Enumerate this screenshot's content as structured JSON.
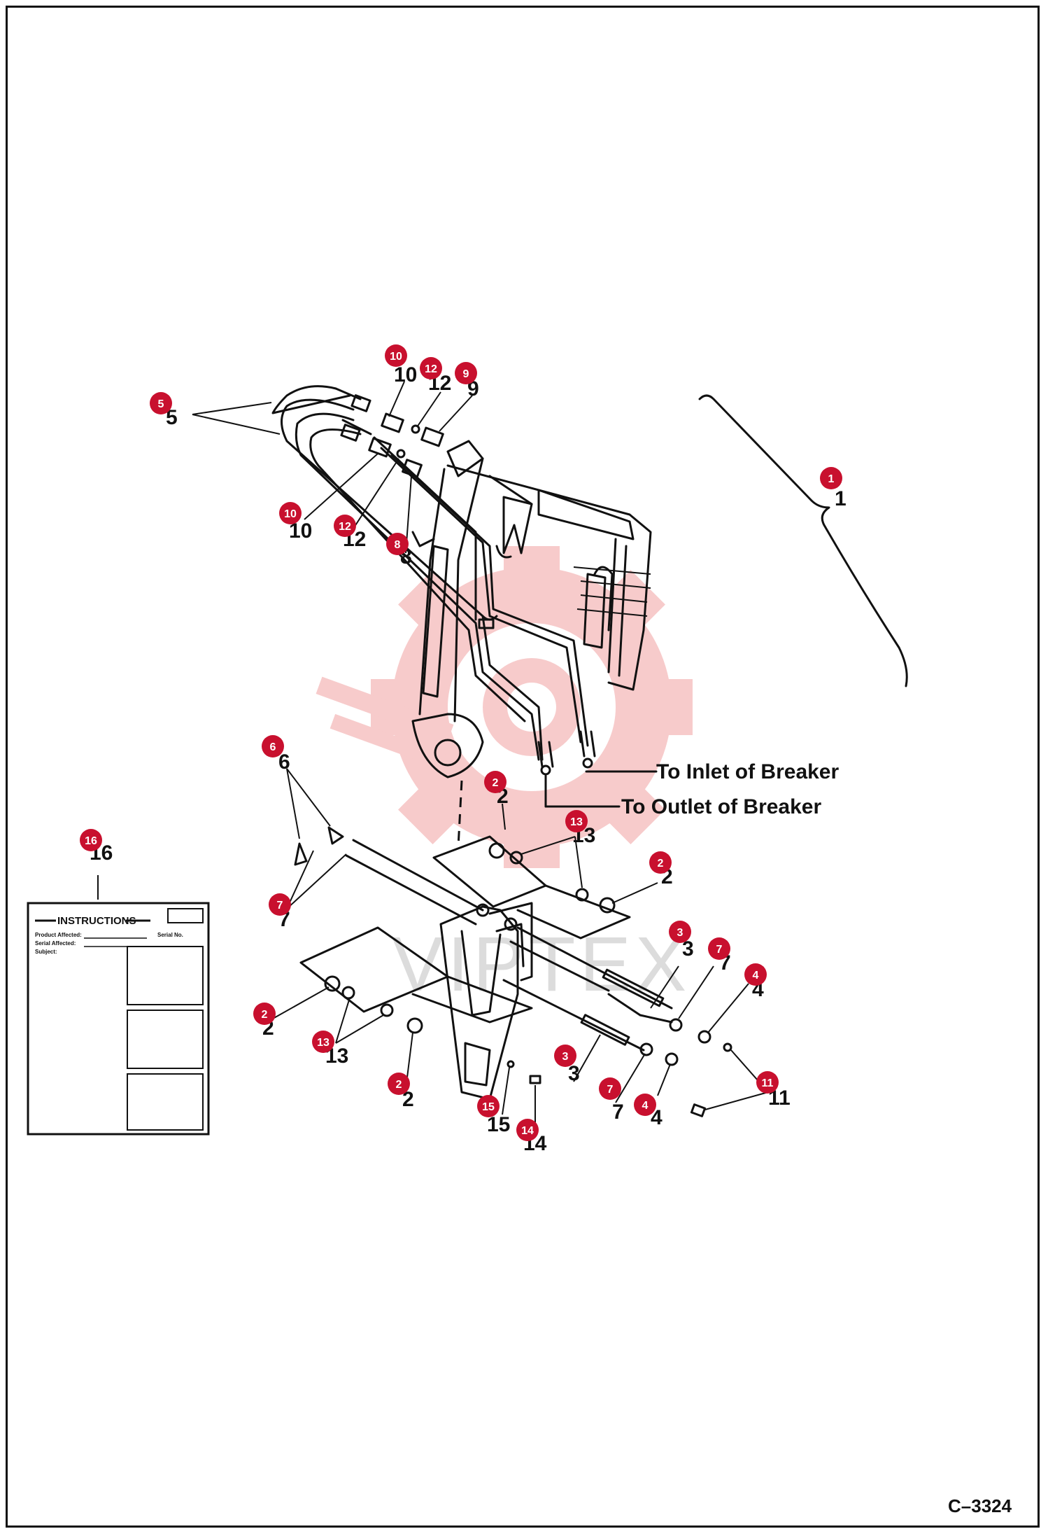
{
  "diagram_code": "C–3324",
  "watermark": {
    "text": "VIPTEX",
    "color": "#f2b8b8",
    "name": "gear-logo"
  },
  "colors": {
    "callout": "#c8102e",
    "line": "#111111"
  },
  "labels": {
    "inlet": "To Inlet of Breaker",
    "outlet": "To Outlet of Breaker"
  },
  "instructions_card": {
    "title": "INSTRUCTIONS",
    "lines": [
      "Product Affected:",
      "Serial Affected:",
      "Subject:"
    ],
    "field": "Serial No."
  },
  "callouts": [
    {
      "id": "c1",
      "n": "1"
    },
    {
      "id": "c2a",
      "n": "2"
    },
    {
      "id": "c2b",
      "n": "2"
    },
    {
      "id": "c2c",
      "n": "2"
    },
    {
      "id": "c2d",
      "n": "2"
    },
    {
      "id": "c3a",
      "n": "3"
    },
    {
      "id": "c3b",
      "n": "3"
    },
    {
      "id": "c4a",
      "n": "4"
    },
    {
      "id": "c4b",
      "n": "4"
    },
    {
      "id": "c5",
      "n": "5"
    },
    {
      "id": "c6",
      "n": "6"
    },
    {
      "id": "c7a",
      "n": "7"
    },
    {
      "id": "c7b",
      "n": "7"
    },
    {
      "id": "c7c",
      "n": "7"
    },
    {
      "id": "c8",
      "n": "8"
    },
    {
      "id": "c9",
      "n": "9"
    },
    {
      "id": "c10a",
      "n": "10"
    },
    {
      "id": "c10b",
      "n": "10"
    },
    {
      "id": "c11",
      "n": "11"
    },
    {
      "id": "c12a",
      "n": "12"
    },
    {
      "id": "c12b",
      "n": "12"
    },
    {
      "id": "c13a",
      "n": "13"
    },
    {
      "id": "c13b",
      "n": "13"
    },
    {
      "id": "c14",
      "n": "14"
    },
    {
      "id": "c15",
      "n": "15"
    },
    {
      "id": "c16",
      "n": "16"
    }
  ]
}
